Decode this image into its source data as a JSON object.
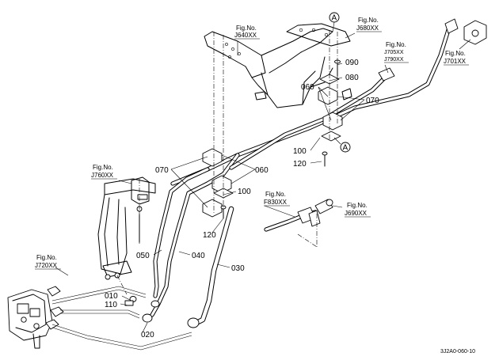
{
  "figure_refs": {
    "j640": {
      "label": "Fig.No.",
      "code": "J640XX"
    },
    "j680": {
      "label": "Fig.No.",
      "code": "J680XX"
    },
    "j705": {
      "label": "Fig.No.",
      "code1": "J705XX",
      "code2": "J790XX"
    },
    "j701": {
      "label": "Fig.No.",
      "code": "J701XX"
    },
    "j760": {
      "label": "Fig.No.",
      "code": "J760XX"
    },
    "f830": {
      "label": "Fig.No.",
      "code": "F830XX"
    },
    "j690": {
      "label": "Fig.No.",
      "code": "J690XX"
    },
    "j720": {
      "label": "Fig.No.",
      "code": "J720XX"
    }
  },
  "callout_marker": "A",
  "part_numbers": {
    "p010": "010",
    "p020": "020",
    "p030": "030",
    "p040": "040",
    "p050": "050",
    "p060a": "060",
    "p060b": "060",
    "p070a": "070",
    "p070b": "070",
    "p080": "080",
    "p090": "090",
    "p100a": "100",
    "p100b": "100",
    "p110": "110",
    "p120a": "120",
    "p120b": "120"
  },
  "drawing_code": "3J2A0-060-10"
}
